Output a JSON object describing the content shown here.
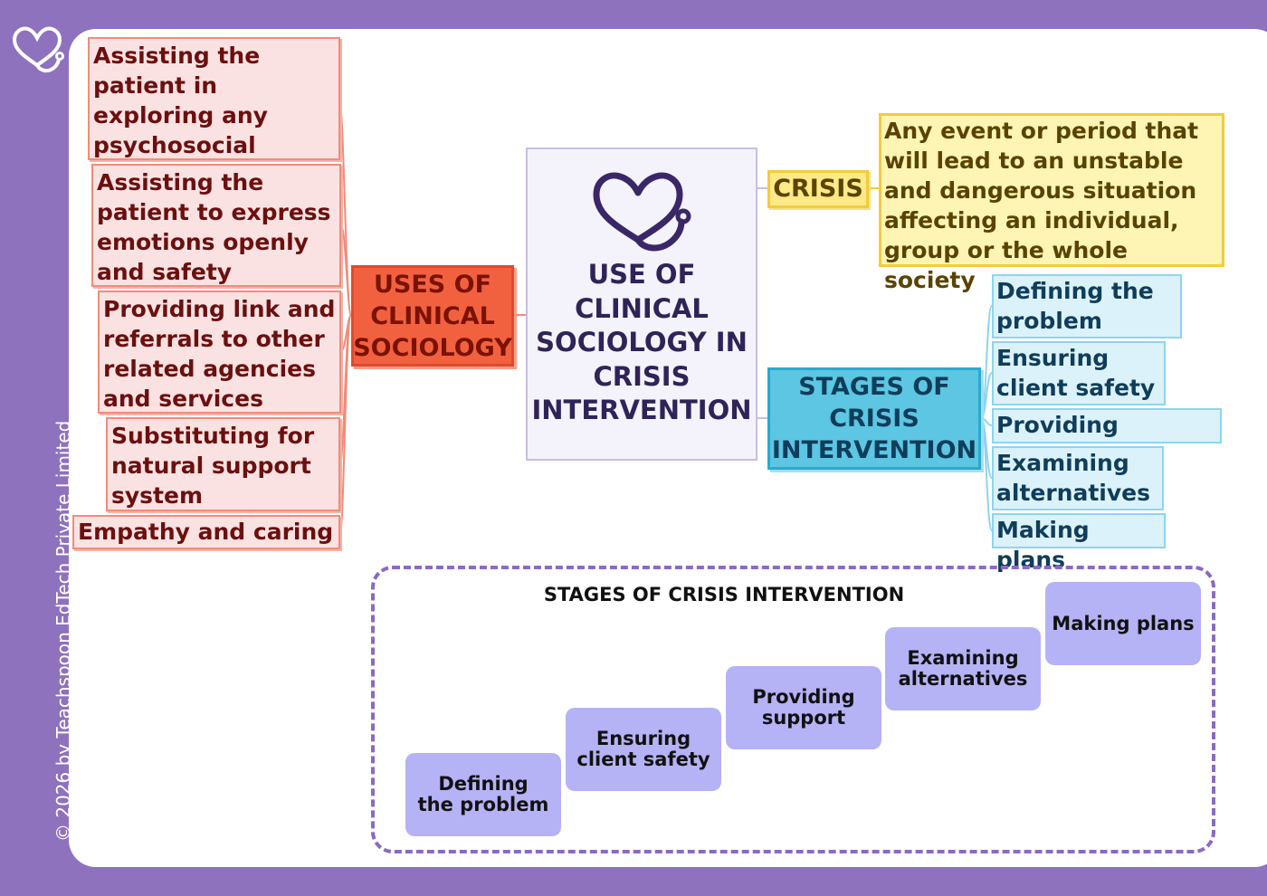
{
  "colors": {
    "page_background": "#8e72bd",
    "uses_hub": "#f2613f",
    "uses_leaf": "#fbe2e2",
    "crisis": "#fde986",
    "stages_hub": "#5cc6e3",
    "stages_leaf": "#dbf2fb",
    "step_card": "#b6b2f6"
  },
  "icons": {
    "logo": "heart-stethoscope-icon",
    "center_icon": "heart-stethoscope-icon"
  },
  "copyright": "© 2026 by Teachspoon EdTech Private Limited",
  "center": {
    "title_lines": [
      "USE OF",
      "CLINICAL",
      "SOCIOLOGY IN",
      "CRISIS",
      "INTERVENTION"
    ]
  },
  "uses": {
    "title_lines": [
      "USES OF",
      "CLINICAL",
      "SOCIOLOGY"
    ],
    "items": [
      {
        "lines": [
          "Assisting the",
          "patient in",
          "exploring any",
          "psychosocial issues"
        ]
      },
      {
        "lines": [
          "Assisting the",
          "patient to express",
          "emotions openly",
          "and safety"
        ]
      },
      {
        "lines": [
          "Providing link and",
          "referrals to other",
          "related agencies",
          "and services"
        ]
      },
      {
        "lines": [
          "Substituting for",
          "natural support",
          "system"
        ]
      },
      {
        "lines": [
          "Empathy and caring"
        ]
      }
    ]
  },
  "crisis": {
    "label": "CRISIS",
    "definition_lines": [
      "Any event or period that",
      "will lead to an unstable",
      "and dangerous situation",
      "affecting an individual,",
      "group or the whole society"
    ]
  },
  "stages": {
    "title_lines": [
      "STAGES OF",
      "CRISIS",
      "INTERVENTION"
    ],
    "items": [
      {
        "lines": [
          "Defining the",
          "problem"
        ]
      },
      {
        "lines": [
          "Ensuring",
          "client safety"
        ]
      },
      {
        "lines": [
          "Providing support"
        ]
      },
      {
        "lines": [
          "Examining",
          "alternatives"
        ]
      },
      {
        "lines": [
          "Making plans"
        ]
      }
    ]
  },
  "staircase": {
    "title": "STAGES OF CRISIS INTERVENTION",
    "steps": [
      {
        "label": "Defining\nthe problem"
      },
      {
        "label": "Ensuring\nclient  safety"
      },
      {
        "label": "Providing\nsupport"
      },
      {
        "label": "Examining\nalternatives"
      },
      {
        "label": "Making plans"
      }
    ]
  }
}
